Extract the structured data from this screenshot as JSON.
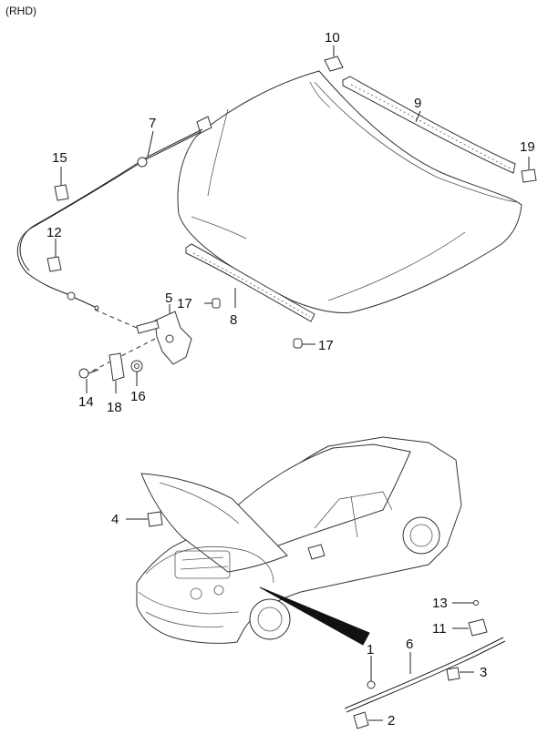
{
  "header": {
    "variant": "(RHD)"
  },
  "callouts": {
    "c1": "1",
    "c2": "2",
    "c3": "3",
    "c4": "4",
    "c5": "5",
    "c6": "6",
    "c7": "7",
    "c8": "8",
    "c9": "9",
    "c10": "10",
    "c11": "11",
    "c12": "12",
    "c13": "13",
    "c14": "14",
    "c15": "15",
    "c16": "16",
    "c17a": "17",
    "c17b": "17",
    "c18": "18",
    "c19": "19"
  }
}
